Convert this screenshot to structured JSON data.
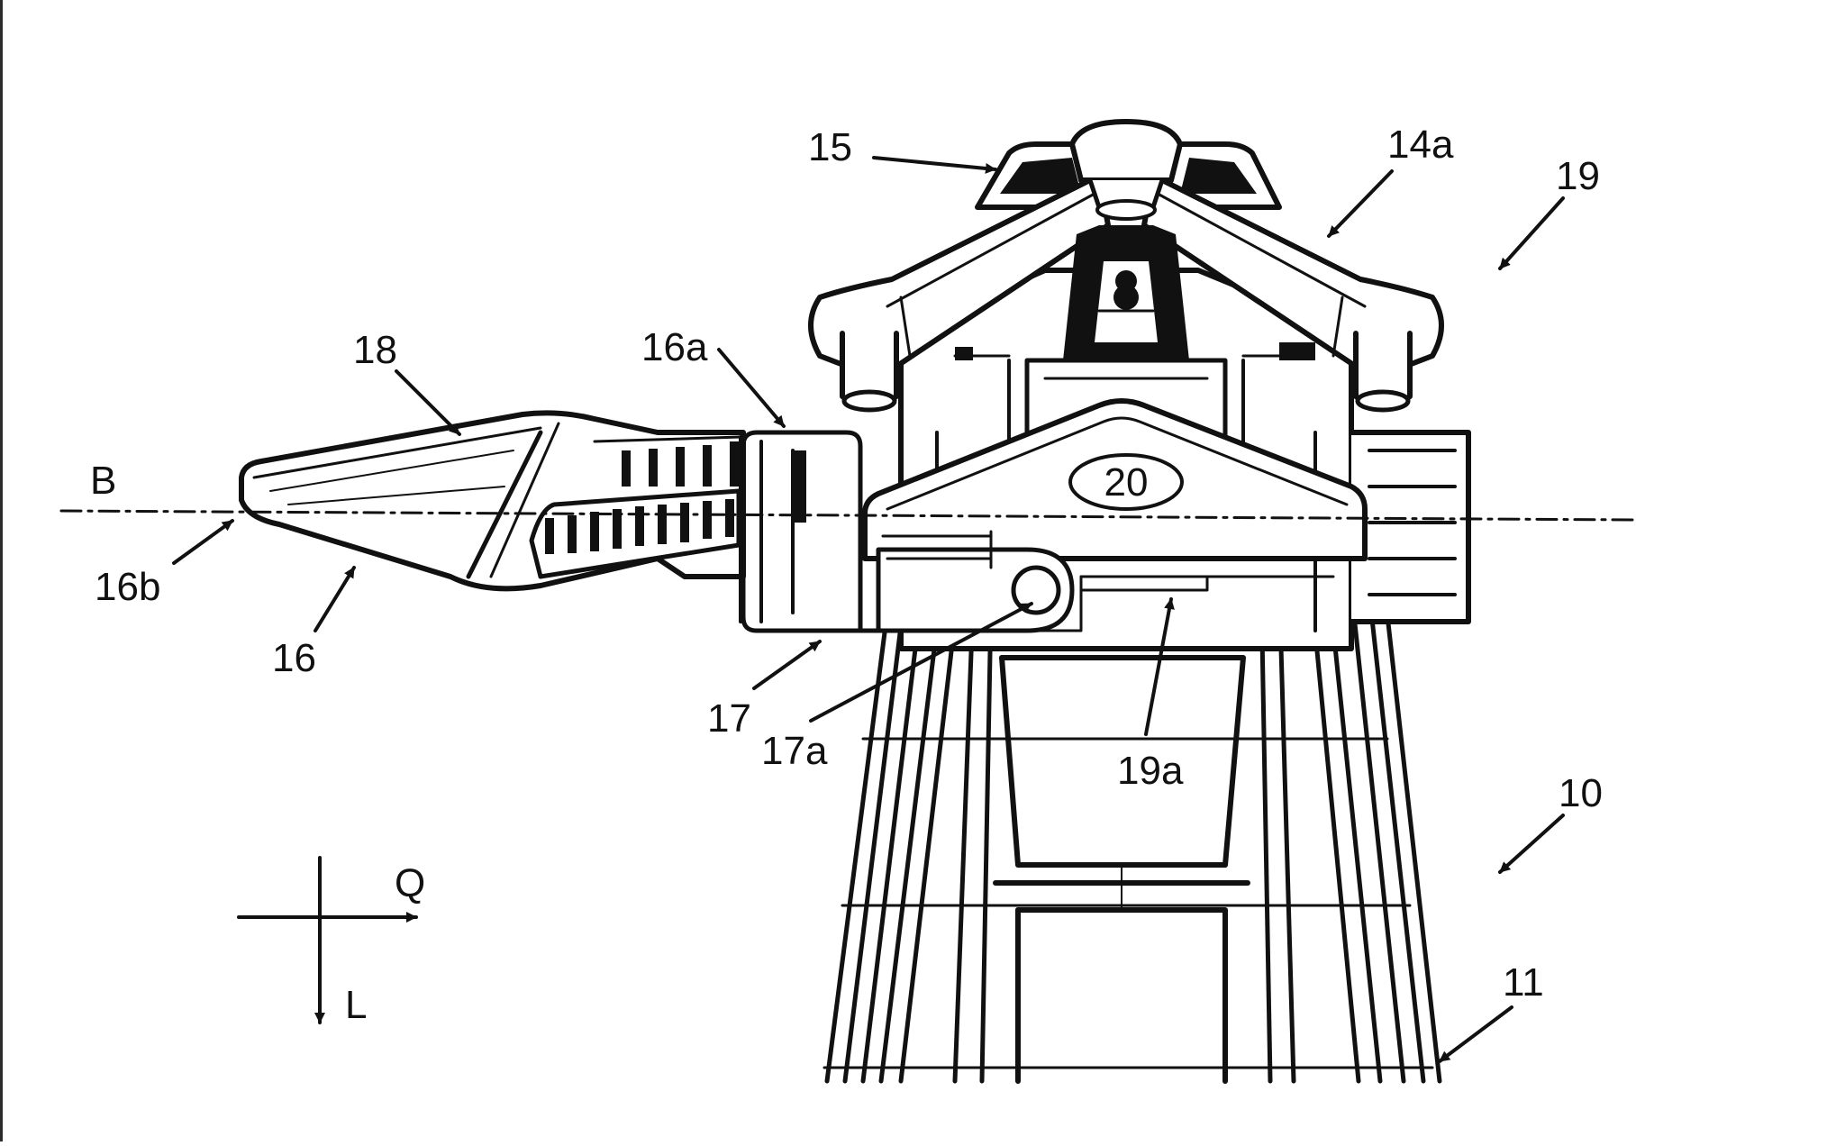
{
  "diagram": {
    "labels": {
      "l15": "15",
      "l14a": "14a",
      "l19": "19",
      "l18": "18",
      "l16a": "16a",
      "lB": "B",
      "l16b": "16b",
      "l16": "16",
      "l20": "20",
      "l17": "17",
      "l17a": "17a",
      "l19a": "19a",
      "l10": "10",
      "l11": "11",
      "lQ": "Q",
      "lL": "L"
    }
  }
}
